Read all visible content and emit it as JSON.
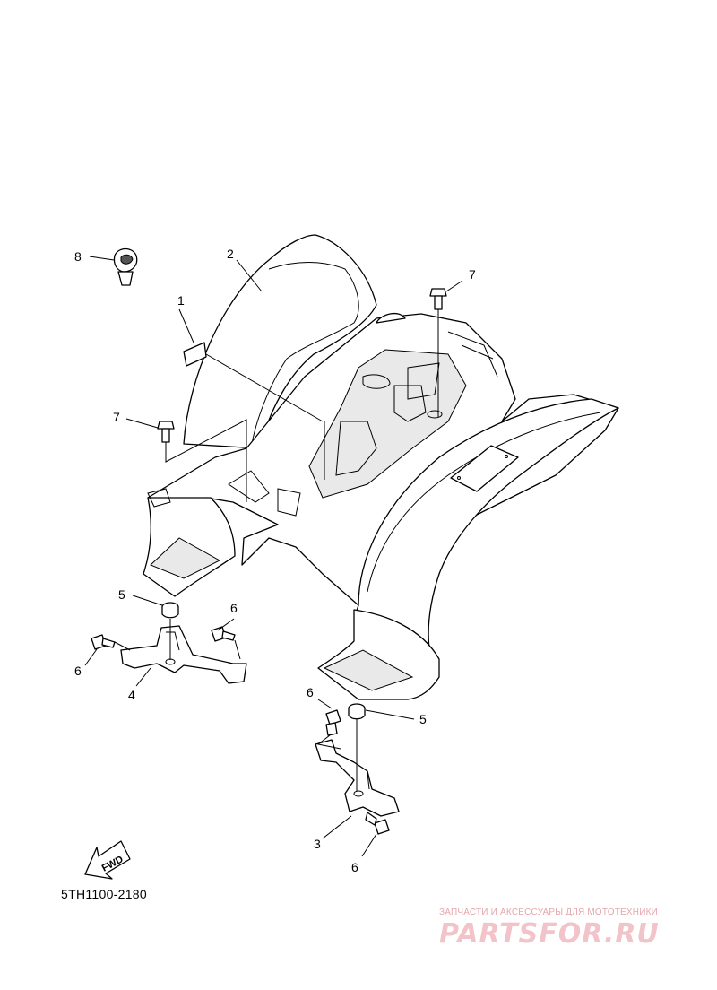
{
  "diagram_code": "5TH1100-2180",
  "fwd_label": "FWD",
  "watermark": {
    "caption": "ЗАПЧАСТИ И АКСЕССУАРЫ ДЛЯ МОТОТЕХНИКИ",
    "logo": "PARTSFOR.RU"
  },
  "callouts": {
    "c1": "1",
    "c2": "2",
    "c3": "3",
    "c4": "4",
    "c5a": "5",
    "c5b": "5",
    "c6a": "6",
    "c6b": "6",
    "c6c": "6",
    "c6d": "6",
    "c7a": "7",
    "c7b": "7",
    "c8": "8"
  },
  "colors": {
    "ink": "#000000",
    "watermark": "#f2c3c8"
  }
}
